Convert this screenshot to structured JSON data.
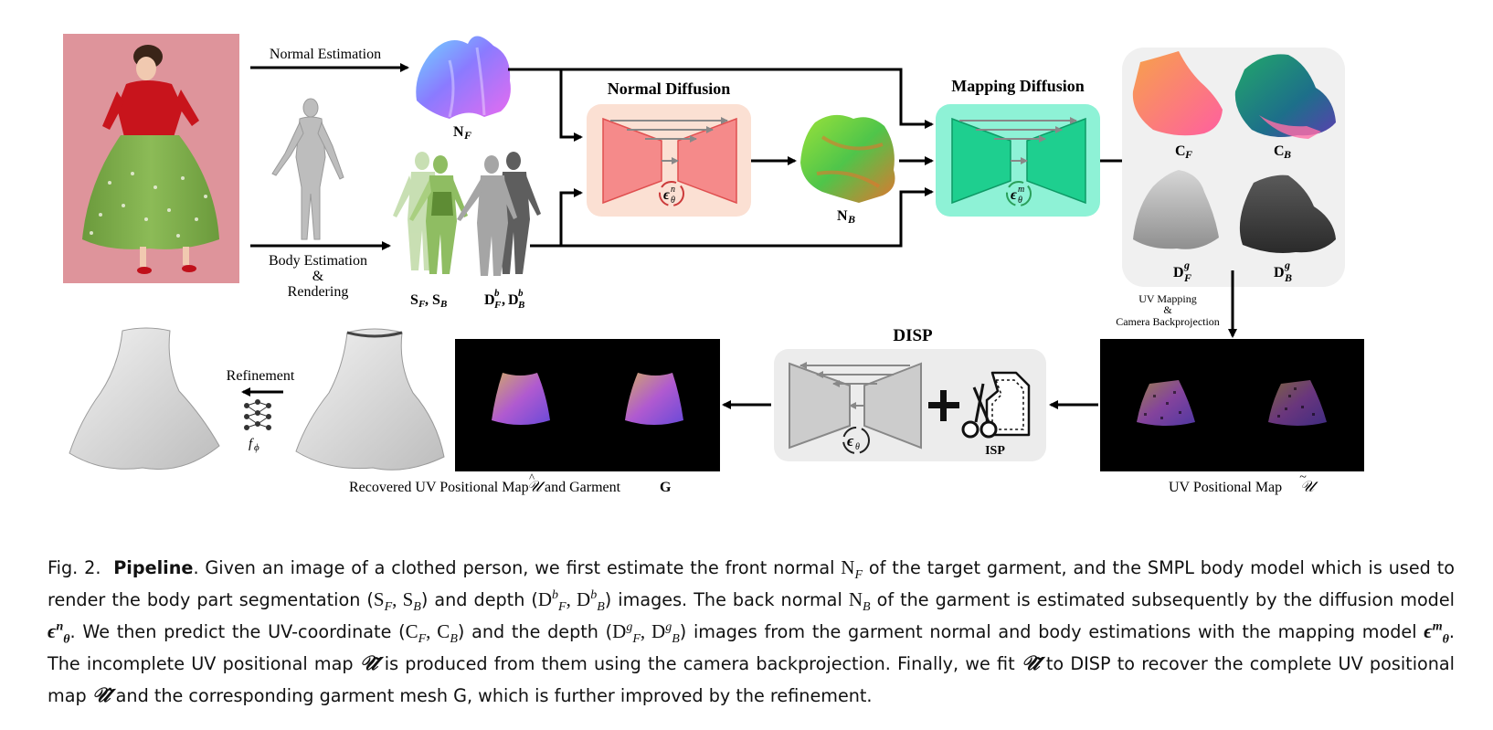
{
  "labels": {
    "normal_estimation": "Normal Estimation",
    "body_estimation": "Body Estimation",
    "amp": "&",
    "rendering": "Rendering",
    "normal_diffusion": "Normal Diffusion",
    "mapping_diffusion": "Mapping Diffusion",
    "disp": "DISP",
    "isp": "ISP",
    "refinement": "Refinement",
    "uv_mapping": "UV Mapping",
    "camera_backprojection": "Camera Backprojection",
    "recovered_uv": "Recovered UV Positional Map",
    "and_garment": "and Garment",
    "garment_G": "G",
    "uv_positional_map": "UV Positional Map"
  },
  "symbols": {
    "N": "N",
    "F": "F",
    "B": "B",
    "S": "S",
    "C": "C",
    "D": "D",
    "b": "b",
    "g": "g",
    "comma": ",",
    "epsilon": "ϵ",
    "theta": "θ",
    "n": "n",
    "m": "m",
    "f": "f",
    "phi": "ϕ",
    "U": "𝒰"
  },
  "caption": {
    "fig": "Fig. 2.",
    "title": "Pipeline",
    "s1": ". Given an image of a clothed person, we first estimate the front normal ",
    "s2": " of the target garment, and the SMPL body model which is used to render the body part segmentation (",
    "s3": ") and depth (",
    "s4": ") images. The back normal ",
    "s5": " of the garment is estimated subsequently by the diffusion model ",
    "s6": ". We then predict the UV-coordinate (",
    "s7": ") and the depth (",
    "s8": ") images from the garment normal and body estimations with the mapping model ",
    "s9": ". The incomplete UV positional map ",
    "s10": " is produced from them using the camera backprojection. Finally, we fit ",
    "s11": " to DISP to recover the complete UV positional map ",
    "s12": " and the corresponding garment mesh G, which is further improved by the refinement."
  },
  "colors": {
    "normal_diffusion_bg": "#fbe0d3",
    "normal_diffusion_net": "#f58a8a",
    "mapping_diffusion_bg": "#8ef2d6",
    "mapping_diffusion_net": "#1ecf8f",
    "disp_bg": "#ececec",
    "disp_net": "#cccccc",
    "output_panel_bg": "#f0f0f0",
    "photo_bg": "#d98b92",
    "top": "#c8141c",
    "skirt": "#7aa84a"
  }
}
